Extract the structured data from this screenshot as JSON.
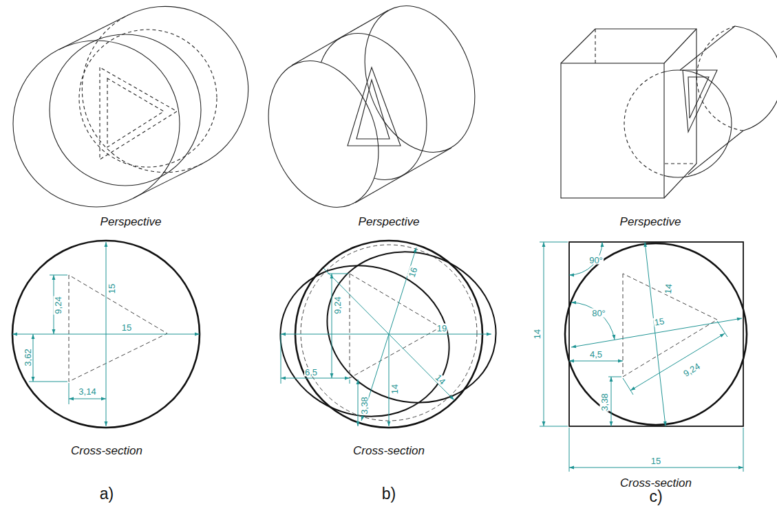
{
  "diagram": {
    "labels": [
      "Perspective",
      "Perspective",
      "Perspective",
      "9,24",
      "15",
      "15",
      "3,62",
      "3,14",
      "Cross-section",
      "a)",
      "16",
      "9,24",
      "19",
      "14",
      "6,5",
      "14",
      "3,38",
      "Cross-section",
      "b)",
      "14",
      "90°",
      "80°",
      "15",
      "14",
      "9,24",
      "4,5",
      "3,38",
      "15",
      "Cross-section",
      "c)"
    ]
  }
}
